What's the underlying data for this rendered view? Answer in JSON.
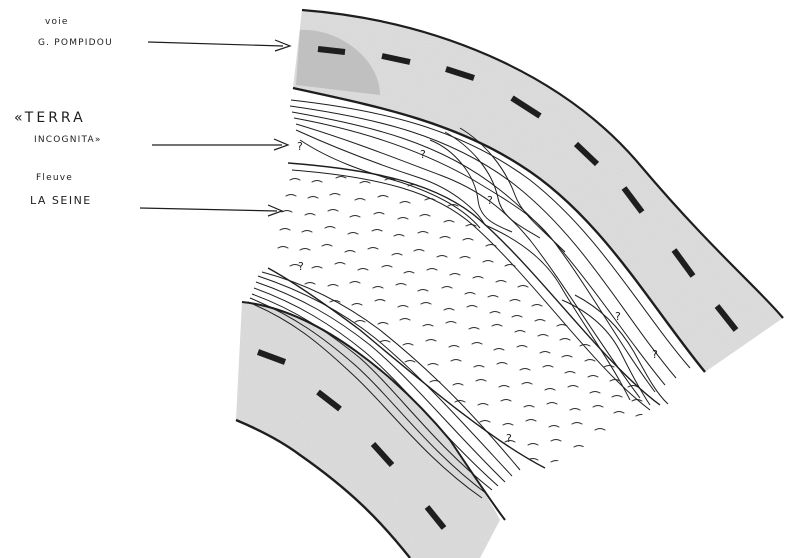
{
  "labels": {
    "voie_line1": "voie",
    "voie_line2": "G. POMPIDOU",
    "terra_line1": "«TERRA",
    "terra_line2": "INCOGNITA»",
    "fleuve_line1": "Fleuve",
    "fleuve_line2": "LA SEINE"
  },
  "question_mark": "?",
  "colors": {
    "ink": "#1e1e1e",
    "road_fill": "#c9c9c9",
    "road_shadow": "#a9a9a9",
    "paper": "#ffffff"
  }
}
